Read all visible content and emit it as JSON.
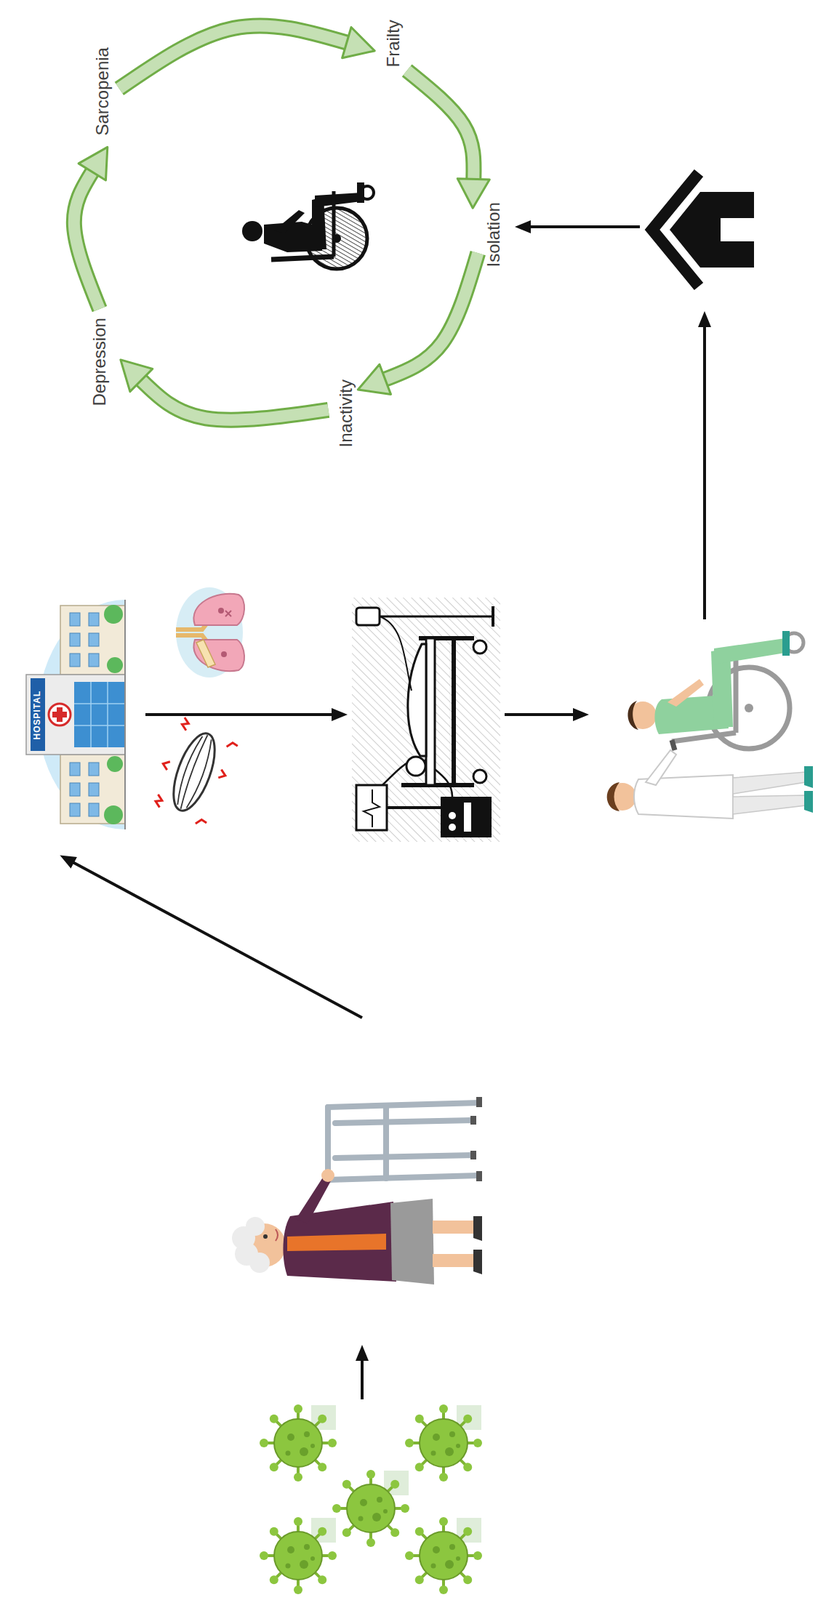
{
  "diagram": {
    "nodes": [
      {
        "text": [
          "Sarcopenia"
        ]
      },
      {
        "text": [
          "Frailty"
        ]
      },
      {
        "text": [
          "Isolation"
        ]
      },
      {
        "text": [
          "Inactivity"
        ]
      },
      {
        "text": [
          "Depression"
        ]
      }
    ],
    "edges": [
      {
        "from": 0,
        "to": 1,
        "arrow": "to"
      },
      {
        "from": 1,
        "to": 2,
        "arrow": "to"
      },
      {
        "from": 2,
        "to": 3,
        "arrow": "to"
      },
      {
        "from": 3,
        "to": 4,
        "arrow": "to"
      },
      {
        "from": 4,
        "to": 0,
        "arrow": "to"
      }
    ],
    "labels": [
      "HOSPITAL"
    ]
  }
}
